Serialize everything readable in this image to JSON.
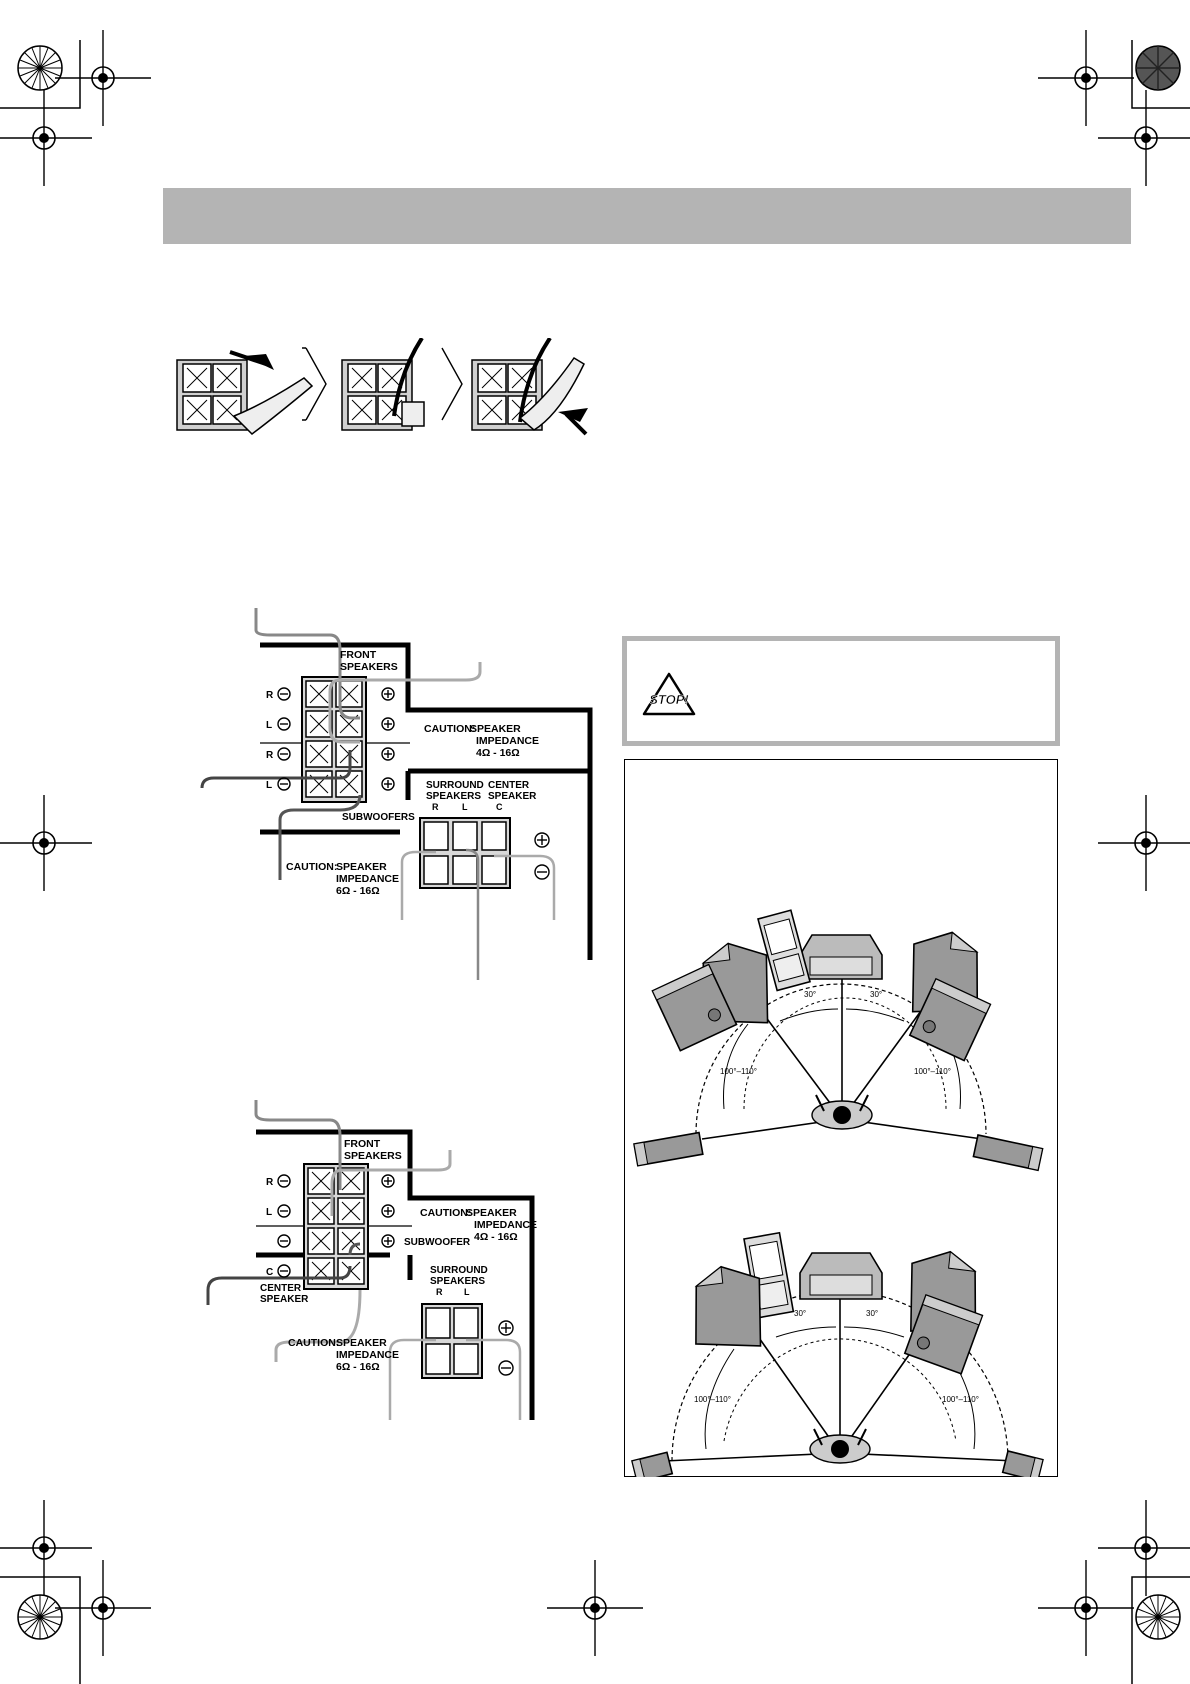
{
  "header_band": {
    "color": "#b4b4b4"
  },
  "stop_box": {
    "icon_text": "STOP!",
    "border_color": "#b4b4b4"
  },
  "diagram_top": {
    "front_speakers": [
      "FRONT",
      "SPEAKERS"
    ],
    "row_labels": [
      "R",
      "L",
      "R",
      "L"
    ],
    "subwoofers": "SUBWOOFERS",
    "caution_main": [
      "CAUTION:",
      "SPEAKER",
      "IMPEDANCE",
      "4Ω - 16Ω"
    ],
    "surround": [
      "SURROUND",
      "SPEAKERS"
    ],
    "surround_rl": [
      "R",
      "L"
    ],
    "center": [
      "CENTER",
      "SPEAKER"
    ],
    "center_c": "C",
    "caution_sub": [
      "CAUTION:",
      "SPEAKER",
      "IMPEDANCE",
      "6Ω - 16Ω"
    ]
  },
  "diagram_bottom": {
    "front_speakers": [
      "FRONT",
      "SPEAKERS"
    ],
    "row_labels": [
      "R",
      "L",
      "",
      "C"
    ],
    "subwoofer": "SUBWOOFER",
    "center": [
      "CENTER",
      "SPEAKER"
    ],
    "caution_main": [
      "CAUTION:",
      "SPEAKER",
      "IMPEDANCE",
      "4Ω - 16Ω"
    ],
    "surround": [
      "SURROUND",
      "SPEAKERS"
    ],
    "surround_rl": [
      "R",
      "L"
    ],
    "caution_sub": [
      "CAUTION:",
      "SPEAKER",
      "IMPEDANCE",
      "6Ω - 16Ω"
    ]
  },
  "placement": {
    "angle_30": "30°",
    "angle_wide": "100°–110°"
  }
}
